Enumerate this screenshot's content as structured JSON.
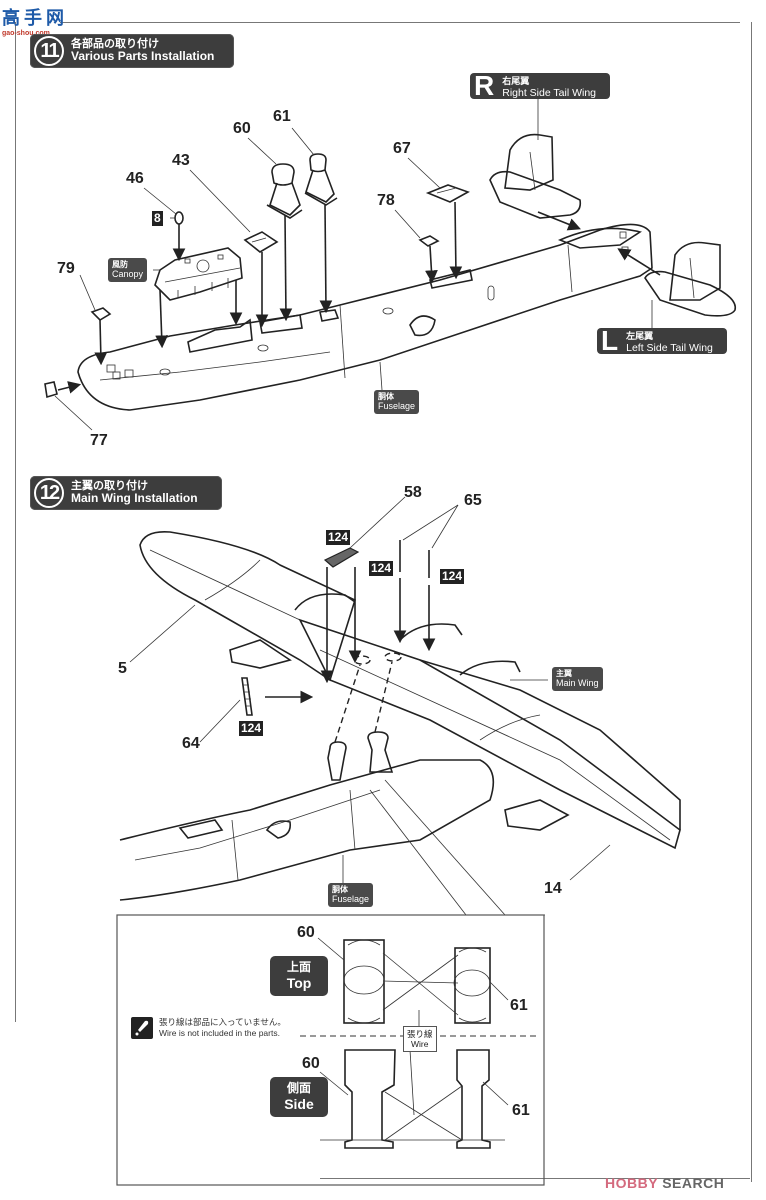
{
  "watermark_top": {
    "jp": "高手网",
    "url": "gao-shou.com"
  },
  "watermark_bottom": {
    "brand": "HOBBY",
    "suffix": "SEARCH"
  },
  "step11": {
    "number": "11",
    "title_jp": "各部品の取り付け",
    "title_en": "Various Parts Installation",
    "labels": {
      "canopy": {
        "jp": "風防",
        "en": "Canopy"
      },
      "fuselage": {
        "jp": "胴体",
        "en": "Fuselage"
      },
      "right_tail": {
        "letter": "R",
        "jp": "右尾翼",
        "en": "Right Side Tail Wing"
      },
      "left_tail": {
        "letter": "L",
        "jp": "左尾翼",
        "en": "Left Side Tail Wing"
      }
    },
    "parts": [
      "60",
      "61",
      "43",
      "46",
      "67",
      "78",
      "79",
      "77"
    ],
    "paint_ref": "8"
  },
  "step12": {
    "number": "12",
    "title_jp": "主翼の取り付け",
    "title_en": "Main Wing Installation",
    "labels": {
      "main_wing": {
        "jp": "主翼",
        "en": "Main Wing"
      },
      "fuselage": {
        "jp": "胴体",
        "en": "Fuselage"
      }
    },
    "parts": [
      "58",
      "65",
      "5",
      "64",
      "14"
    ],
    "paint_refs": [
      "124",
      "124",
      "124",
      "124"
    ],
    "detail": {
      "top_view": {
        "jp": "上面",
        "en": "Top"
      },
      "side_view": {
        "jp": "側面",
        "en": "Side"
      },
      "wire_label": {
        "jp": "張り線",
        "en": "Wire"
      },
      "note": {
        "jp": "張り線は部品に入っていません。",
        "en": "Wire is not included in the parts."
      },
      "parts": [
        "60",
        "61",
        "60",
        "61"
      ]
    }
  }
}
